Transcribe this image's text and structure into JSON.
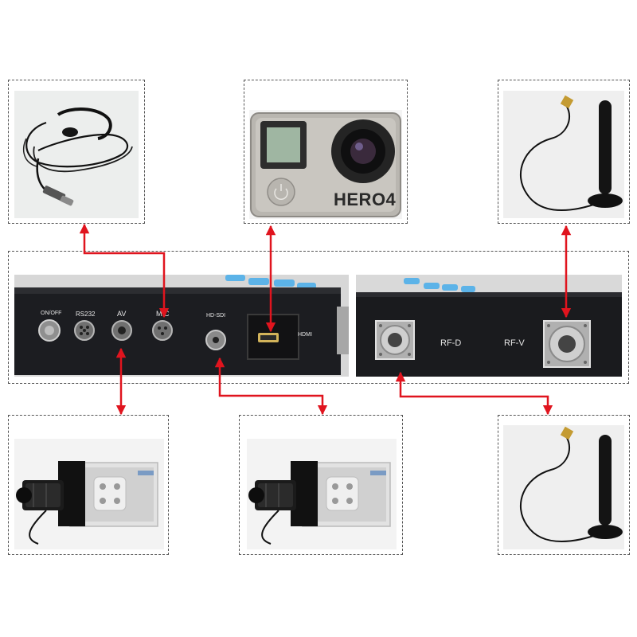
{
  "device_front": {
    "port_labels": {
      "onoff": "ON/OFF",
      "rs232": "RS232",
      "av": "AV",
      "mic": "MIC",
      "hdsdi": "HD-SDI",
      "hdmi": "HDMI"
    }
  },
  "device_back": {
    "port_labels": {
      "rfd": "RF-D",
      "rfv": "RF-V"
    }
  },
  "action_camera": {
    "brand": "HERO4"
  },
  "colors": {
    "arrow": "#e0141e",
    "frame_border": "#555555",
    "device_body": "#1a1b1e",
    "button_blue": "#5cb3e8"
  }
}
